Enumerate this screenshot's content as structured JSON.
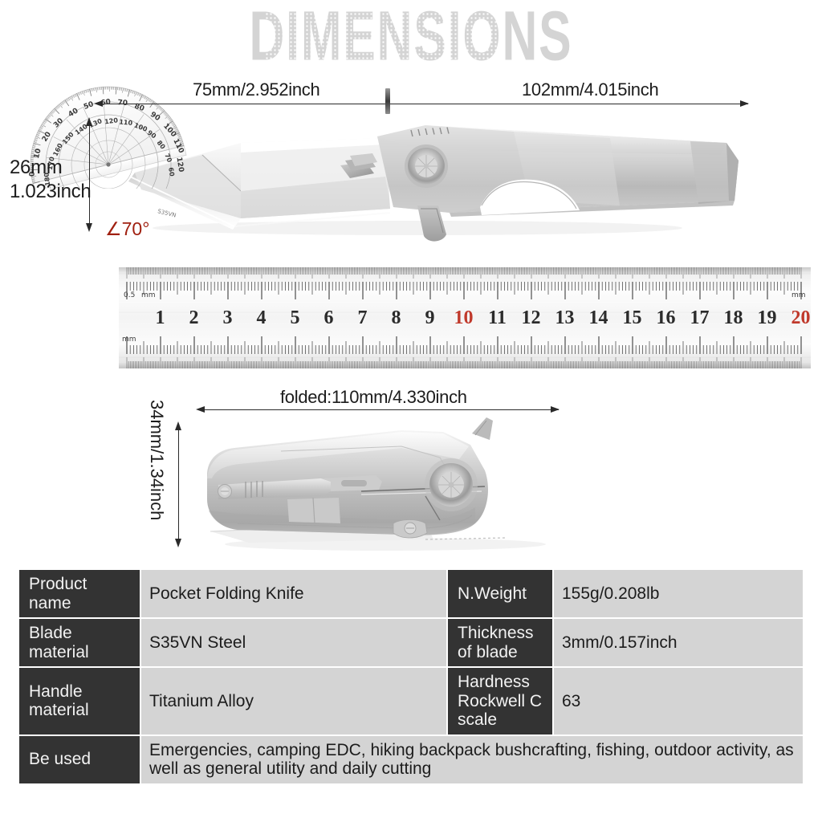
{
  "page": {
    "title": "DIMENSIONS",
    "background": "#ffffff"
  },
  "open_knife": {
    "blade_length_label": "75mm/2.952inch",
    "handle_length_label": "102mm/4.015inch",
    "blade_height_label_line1": "26mm",
    "blade_height_label_line2": "1.023inch",
    "angle_label": "∠70°",
    "angle_color": "#a02010"
  },
  "ruler": {
    "top_unit_left": "0.5",
    "top_unit_left_mm": "mm",
    "top_unit_right": "mm",
    "bottom_unit_left": "mm",
    "numbers": [
      "1",
      "2",
      "3",
      "4",
      "5",
      "6",
      "7",
      "8",
      "9",
      "10",
      "11",
      "12",
      "13",
      "14",
      "15",
      "16",
      "17",
      "18",
      "19",
      "20"
    ],
    "highlight_numbers": [
      "10",
      "20"
    ],
    "highlight_color": "#c0392b",
    "number_color": "#2b2b2b"
  },
  "folded_knife": {
    "length_label": "folded:110mm/4.330inch",
    "height_label": "34mm/1.34inch"
  },
  "spec_table": {
    "rows": [
      {
        "label": "Product name",
        "value": "Pocket Folding Knife",
        "label2": "N.Weight",
        "value2": "155g/0.208lb"
      },
      {
        "label": "Blade material",
        "value": "S35VN Steel",
        "label2": "Thickness of blade",
        "value2": "3mm/0.157inch"
      },
      {
        "label": "Handle material",
        "value": "Titanium Alloy",
        "label2": "Hardness Rockwell C scale",
        "value2": "63"
      }
    ],
    "last_row": {
      "label": "Be used",
      "value": "Emergencies, camping EDC, hiking backpack bushcrafting, fishing, outdoor activity, as well as general utility and daily cutting"
    },
    "colors": {
      "label_bg": "#333333",
      "label_text": "#f2f2f2",
      "value_bg": "#d4d4d4",
      "value_text": "#1c1c1c"
    }
  }
}
